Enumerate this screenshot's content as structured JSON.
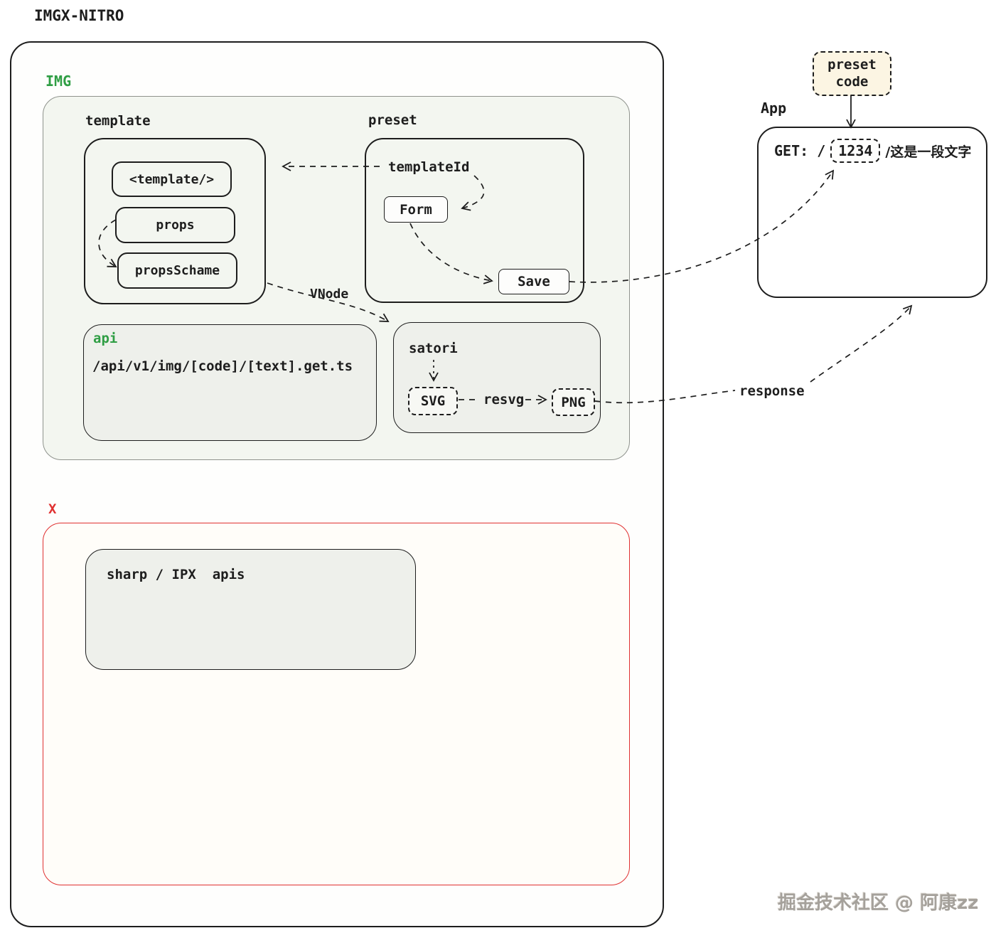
{
  "title": "IMGX-NITRO",
  "watermark": "掘金技术社区 @ 阿康zz",
  "response_label": "response",
  "img_section": {
    "label": "IMG",
    "template_group": {
      "label": "template",
      "items": [
        "<template/>",
        "props",
        "propsSchame"
      ]
    },
    "preset_group": {
      "label": "preset",
      "template_id_label": "templateId",
      "form_label": "Form",
      "save_label": "Save"
    },
    "vnode_label": "VNode",
    "api_box": {
      "label": "api",
      "route": "/api/v1/img/[code]/[text].get.ts"
    },
    "satori_box": {
      "label": "satori",
      "svg_label": "SVG",
      "resvg_label": "resvg",
      "png_label": "PNG"
    }
  },
  "x_section": {
    "label": "X",
    "sharp_label": "sharp / IPX  apis"
  },
  "app": {
    "label": "App",
    "preset_code_line1": "preset",
    "preset_code_line2": "code",
    "get_prefix": "GET: /",
    "code_value": "1234",
    "get_suffix": "/这是一段文字"
  },
  "colors": {
    "ink": "#1d1d1d",
    "green": "#2f9e44",
    "red": "#e03131",
    "panel_green": "#f3f6f0",
    "panel_grey": "#eef0eb",
    "preset_code_fill": "#fcf5e3"
  }
}
